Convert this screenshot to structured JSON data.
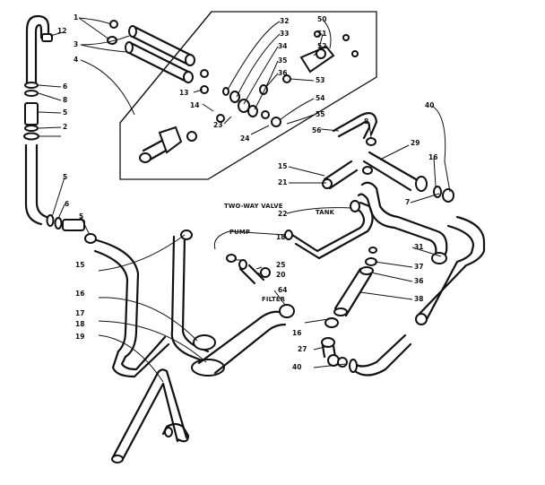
{
  "labels": {
    "l1": "1",
    "l12": "12",
    "l3": "3",
    "l4": "4",
    "l6a": "6",
    "l8a": "8",
    "l5a": "5",
    "l2a": "2",
    "l5b": "5",
    "l6b": "6",
    "l5c": "5",
    "l13": "13",
    "l14": "14",
    "l23": "23",
    "l24": "24",
    "l32": "32",
    "l33": "33",
    "l34": "34",
    "l35": "35",
    "l36": "36",
    "l50": "50",
    "l51": "51",
    "l52": "52",
    "l53": "53",
    "l54": "54",
    "l55": "55",
    "l56": "56",
    "l40a": "40",
    "l8b": "8",
    "l29": "29",
    "l15a": "15",
    "l21": "21",
    "l16a": "16",
    "l7": "7",
    "l22": "22",
    "l18a": "18",
    "l25": "25",
    "l20": "20",
    "l31": "31",
    "l37": "37",
    "l15b": "15",
    "l16b": "16",
    "l17": "17",
    "l18b": "18",
    "l19": "19",
    "l64": "64",
    "l38": "38",
    "l16c": "16",
    "l27": "27",
    "l40b": "40"
  },
  "words": {
    "two_way_valve": "TWO-WAY VALVE",
    "tank": "TANK",
    "pump": "PUMP",
    "filter": "FILTER"
  }
}
